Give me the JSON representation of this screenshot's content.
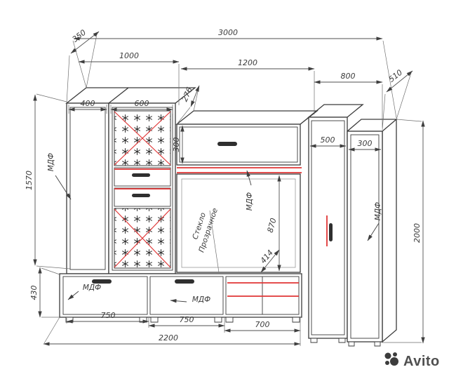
{
  "drawing": {
    "dims": {
      "overall_width": "3000",
      "left_depth": "350",
      "left_block_width": "1000",
      "middle_block_width": "1200",
      "right_block_width": "800",
      "right_depth": "510",
      "wardrobe_door_width": "400",
      "glass_door_width": "600",
      "top_recess": "276",
      "upper_cabinet_height": "300",
      "right_cabinet_width": "500",
      "side_cabinet_width": "300",
      "upper_left_height": "1570",
      "drawer_unit_height": "430",
      "overall_height": "2000",
      "niche_height": "870",
      "shelf_dim": "414",
      "drawer_left_width": "750",
      "drawer_right_width": "750",
      "open_section_width": "700",
      "base_width": "2200"
    },
    "labels": {
      "mdf": "МДФ",
      "glass_line1": "Стекло",
      "glass_line2": "Прозрачное"
    },
    "colors": {
      "line": "#3b3b3b",
      "dimension": "#4f4f4f",
      "accent_red": "#e03636",
      "watermark_gray": "#4f4f4f"
    }
  },
  "watermark": {
    "brand": "Avito"
  }
}
